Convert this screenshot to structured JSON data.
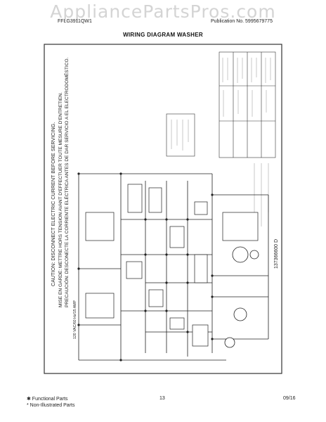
{
  "watermark": "AppliancePartsPros.com",
  "header": {
    "model": "FFLG3911QW1",
    "publication": "Publication No.  5995679775"
  },
  "title": "WIRING DIAGRAM WASHER",
  "diagram": {
    "caution_en": "CAUTION: DISCONNECT ELECTRIC CURRENT BEFORE SERVICING.",
    "caution_fr": "MISE EN GARDE: METTRE HORS TENSION AVANT D'EFFECTUER TOUTE MESURE D'ENTRETIEN.",
    "caution_es": "PRECAUCIÓN: DESCONECTE LA CORRIENTE ELÉCTRICA ANTES DE DAR SERVICIO A EL ELECTRODOMÉSTICO.",
    "supply": "120 VAC/60 Hz/15 AMP",
    "doc_number": "137366600 D"
  },
  "footer": {
    "functional": "✱ Functional Parts",
    "non_illustrated": "* Non-Illustrated Parts",
    "page": "13",
    "date": "09/16"
  }
}
